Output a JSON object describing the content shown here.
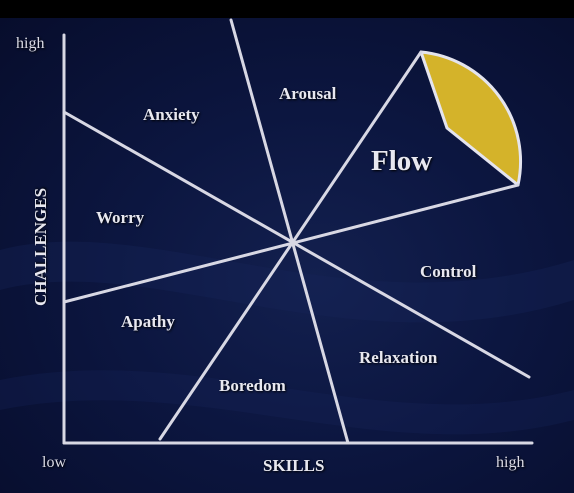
{
  "diagram": {
    "y_axis_title": "CHALLENGES",
    "x_axis_title": "SKILLS",
    "y_axis_high": "high",
    "x_axis_low": "low",
    "x_axis_high": "high",
    "regions": {
      "anxiety": "Anxiety",
      "arousal": "Arousal",
      "flow": "Flow",
      "worry": "Worry",
      "control": "Control",
      "apathy": "Apathy",
      "relaxation": "Relaxation",
      "boredom": "Boredom"
    },
    "colors": {
      "background": "#0c1640",
      "lines": "#d8d8e4",
      "flow_sector": "#d4b32a"
    }
  }
}
